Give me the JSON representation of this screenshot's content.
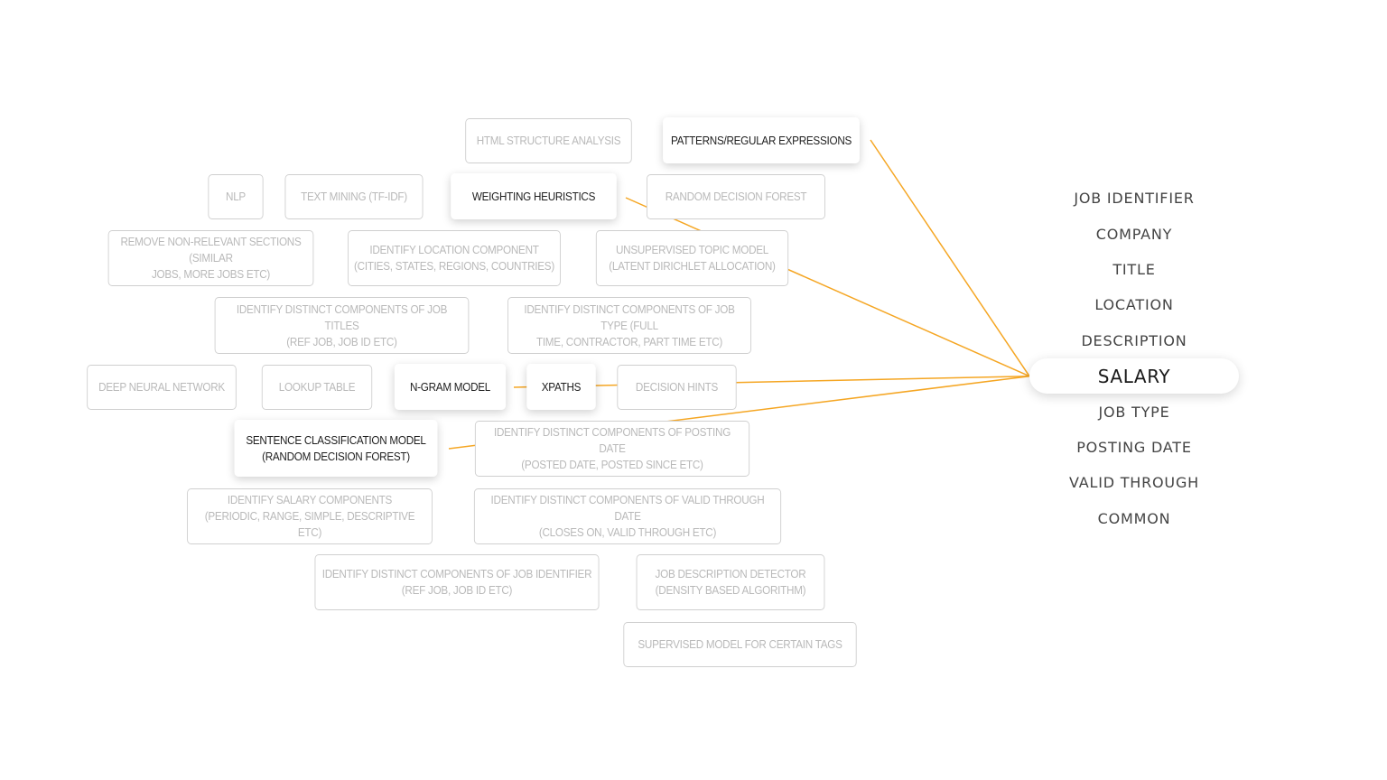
{
  "colors": {
    "connector": "#f5a623",
    "inactive_text": "#b9b9b9",
    "active_text": "#1f1f1f",
    "inactive_border": "#cfcfcf"
  },
  "techniques": [
    {
      "id": "html",
      "label": "HTML STRUCTURE ANALYSIS",
      "active": false
    },
    {
      "id": "patterns",
      "label": "PATTERNS/REGULAR EXPRESSIONS",
      "active": true
    },
    {
      "id": "nlp",
      "label": "NLP",
      "active": false
    },
    {
      "id": "tfidf",
      "label": "TEXT MINING (TF-IDF)",
      "active": false
    },
    {
      "id": "weighting",
      "label": "WEIGHTING HEURISTICS",
      "active": true
    },
    {
      "id": "rdf",
      "label": "RANDOM DECISION FOREST",
      "active": false
    },
    {
      "id": "remove",
      "label": "REMOVE NON-RELEVANT SECTIONS (SIMILAR\nJOBS, MORE JOBS ETC)",
      "active": false
    },
    {
      "id": "location",
      "label": "IDENTIFY LOCATION COMPONENT\n(CITIES, STATES, REGIONS, COUNTRIES)",
      "active": false
    },
    {
      "id": "topic",
      "label": "UNSUPERVISED TOPIC MODEL\n(LATENT DIRICHLET ALLOCATION)",
      "active": false
    },
    {
      "id": "jobtitles",
      "label": "IDENTIFY DISTINCT COMPONENTS OF JOB TITLES\n(REF JOB, JOB ID ETC)",
      "active": false
    },
    {
      "id": "jobtype",
      "label": "IDENTIFY DISTINCT COMPONENTS OF JOB TYPE (FULL\nTIME, CONTRACTOR, PART TIME ETC)",
      "active": false
    },
    {
      "id": "dnn",
      "label": "DEEP NEURAL NETWORK",
      "active": false
    },
    {
      "id": "lookup",
      "label": "LOOKUP TABLE",
      "active": false
    },
    {
      "id": "ngram",
      "label": "N-GRAM MODEL",
      "active": true
    },
    {
      "id": "xpaths",
      "label": "XPATHS",
      "active": true
    },
    {
      "id": "hints",
      "label": "DECISION HINTS",
      "active": false
    },
    {
      "id": "sentence",
      "label": "SENTENCE CLASSIFICATION MODEL\n(RANDOM DECISION FOREST)",
      "active": true
    },
    {
      "id": "postingdate",
      "label": "IDENTIFY DISTINCT COMPONENTS OF POSTING DATE\n(POSTED DATE, POSTED SINCE ETC)",
      "active": false
    },
    {
      "id": "salary",
      "label": "IDENTIFY SALARY COMPONENTS\n(PERIODIC, RANGE, SIMPLE, DESCRIPTIVE ETC)",
      "active": false
    },
    {
      "id": "validthrough",
      "label": "IDENTIFY DISTINCT COMPONENTS OF VALID THROUGH DATE\n(CLOSES ON, VALID THROUGH ETC)",
      "active": false
    },
    {
      "id": "jobid",
      "label": "IDENTIFY DISTINCT COMPONENTS OF JOB IDENTIFIER\n(REF JOB, JOB ID ETC)",
      "active": false
    },
    {
      "id": "jobdesc",
      "label": "JOB DESCRIPTION DETECTOR\n(DENSITY BASED ALGORITHM)",
      "active": false
    },
    {
      "id": "supervised",
      "label": "SUPERVISED MODEL FOR CERTAIN TAGS",
      "active": false
    }
  ],
  "fields": [
    {
      "label": "JOB IDENTIFIER",
      "selected": false
    },
    {
      "label": "COMPANY",
      "selected": false
    },
    {
      "label": "TITLE",
      "selected": false
    },
    {
      "label": "LOCATION",
      "selected": false
    },
    {
      "label": "DESCRIPTION",
      "selected": false
    },
    {
      "label": "SALARY",
      "selected": true
    },
    {
      "label": "JOB TYPE",
      "selected": false
    },
    {
      "label": "POSTING DATE",
      "selected": false
    },
    {
      "label": "VALID THROUGH",
      "selected": false
    },
    {
      "label": "COMMON",
      "selected": false
    }
  ],
  "connections": {
    "target": "SALARY",
    "sources": [
      "patterns",
      "weighting",
      "xpaths",
      "sentence"
    ]
  }
}
